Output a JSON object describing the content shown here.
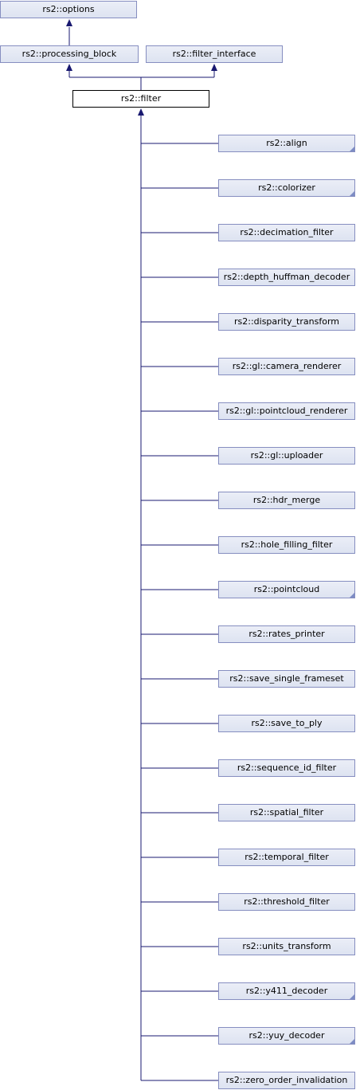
{
  "colors": {
    "edge": "#191970",
    "node_border": "#868ec0",
    "node_fill": "#e4e8f4",
    "fold": "#7d8cc4"
  },
  "nodes": {
    "options": "rs2::options",
    "processing_block": "rs2::processing_block",
    "filter_interface": "rs2::filter_interface",
    "filter": "rs2::filter"
  },
  "children": [
    {
      "label": "rs2::align",
      "has_more": true
    },
    {
      "label": "rs2::colorizer",
      "has_more": true
    },
    {
      "label": "rs2::decimation_filter",
      "has_more": false
    },
    {
      "label": "rs2::depth_huffman_decoder",
      "has_more": false
    },
    {
      "label": "rs2::disparity_transform",
      "has_more": false
    },
    {
      "label": "rs2::gl::camera_renderer",
      "has_more": false
    },
    {
      "label": "rs2::gl::pointcloud_renderer",
      "has_more": false
    },
    {
      "label": "rs2::gl::uploader",
      "has_more": false
    },
    {
      "label": "rs2::hdr_merge",
      "has_more": false
    },
    {
      "label": "rs2::hole_filling_filter",
      "has_more": false
    },
    {
      "label": "rs2::pointcloud",
      "has_more": true
    },
    {
      "label": "rs2::rates_printer",
      "has_more": false
    },
    {
      "label": "rs2::save_single_frameset",
      "has_more": false
    },
    {
      "label": "rs2::save_to_ply",
      "has_more": false
    },
    {
      "label": "rs2::sequence_id_filter",
      "has_more": false
    },
    {
      "label": "rs2::spatial_filter",
      "has_more": false
    },
    {
      "label": "rs2::temporal_filter",
      "has_more": false
    },
    {
      "label": "rs2::threshold_filter",
      "has_more": false
    },
    {
      "label": "rs2::units_transform",
      "has_more": false
    },
    {
      "label": "rs2::y411_decoder",
      "has_more": true
    },
    {
      "label": "rs2::yuy_decoder",
      "has_more": true
    },
    {
      "label": "rs2::zero_order_invalidation",
      "has_more": false
    }
  ]
}
